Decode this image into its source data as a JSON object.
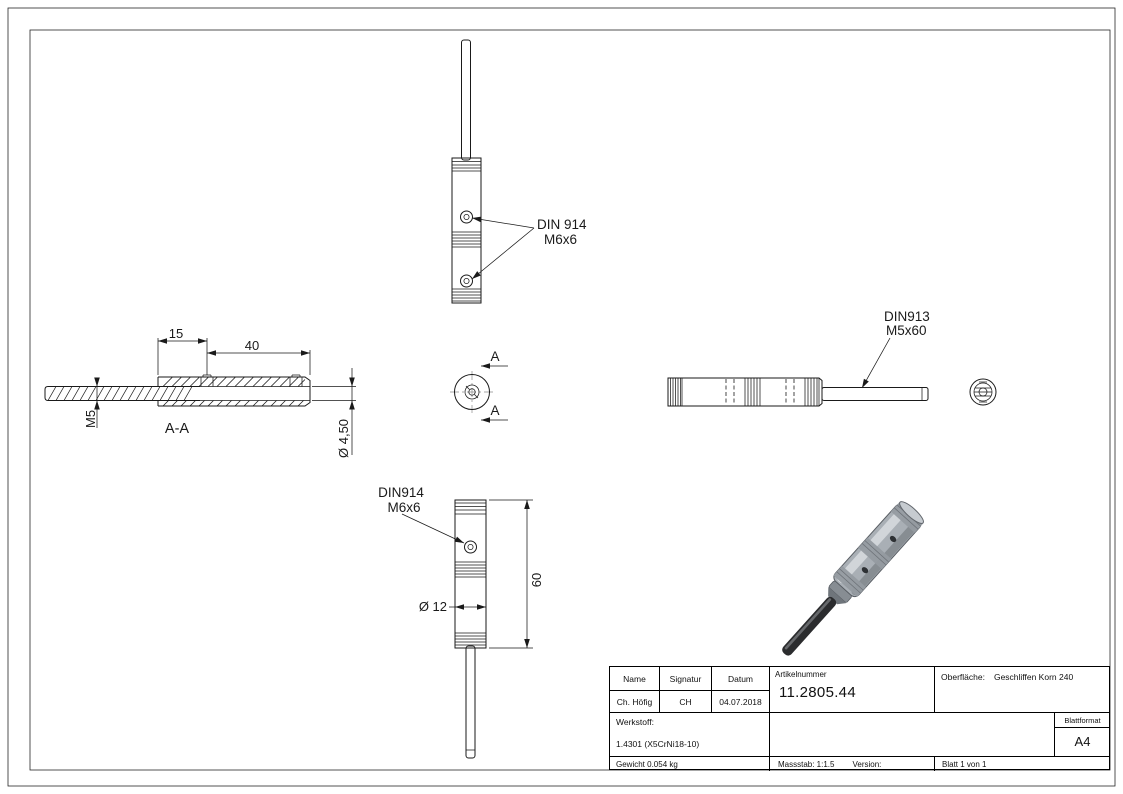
{
  "views": {
    "top": {
      "leader_label_line1": "DIN 914",
      "leader_label_line2": "M6x6"
    },
    "section": {
      "dim_left": "15",
      "dim_right": "40",
      "dim_thread": "M5",
      "dim_bore": "Ø 4,50",
      "caption": "A-A"
    },
    "axial": {
      "cut_arrow_top": "A",
      "cut_arrow_bottom": "A"
    },
    "side": {
      "leader_label_line1": "DIN913",
      "leader_label_line2": "M5x60"
    },
    "front": {
      "leader_label_line1": "DIN914",
      "leader_label_line2": "M6x6",
      "dim_diameter": "Ø 12",
      "dim_length": "60"
    }
  },
  "title_block": {
    "headers": {
      "name": "Name",
      "signatur": "Signatur",
      "datum": "Datum",
      "artikelnummer": "Artikelnummer",
      "oberflaeche_label": "Oberfläche:",
      "oberflaeche_value": "Geschliffen Korn 240"
    },
    "values": {
      "name": "Ch. Höfig",
      "signatur": "CH",
      "datum": "04.07.2018",
      "artikelnummer": "11.2805.44"
    },
    "werkstoff": {
      "label": "Werkstoff:",
      "value": "1.4301 (X5CrNi18-10)"
    },
    "blattformat": {
      "label": "Blattformat",
      "value": "A4"
    },
    "footer": {
      "gewicht": "Gewicht 0.054 kg",
      "massstab": "Massstab: 1:1.5",
      "version": "Version:",
      "blatt": "Blatt 1 von 1"
    }
  }
}
